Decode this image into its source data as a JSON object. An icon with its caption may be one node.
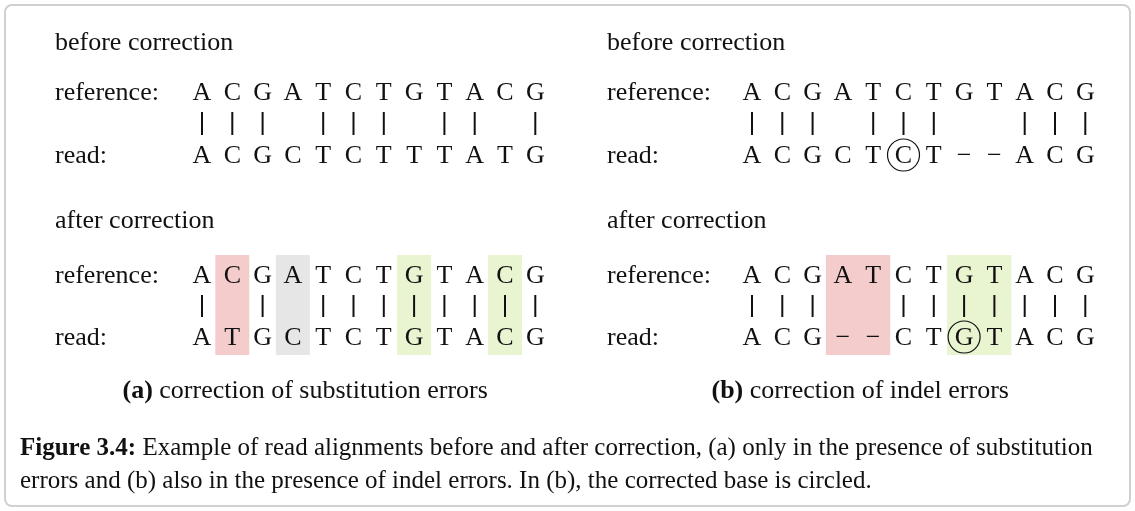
{
  "diagram": {
    "caption": "**Figure 3.4:** Example of read alignments before and after correction, (a) only in the presence of substitution errors and (b) also in the presence of indel errors. In (b), the corrected base is circled.",
    "labels": [
      "before correction",
      "reference:",
      "A",
      "C",
      "G",
      "A",
      "T",
      "C",
      "T",
      "G",
      "T",
      "A",
      "C",
      "G",
      "read:",
      "A",
      "C",
      "G",
      "C",
      "T",
      "C",
      "T",
      "T",
      "T",
      "A",
      "T",
      "G",
      "after correction",
      "reference:",
      "A",
      "C",
      "G",
      "A",
      "T",
      "C",
      "T",
      "G",
      "T",
      "A",
      "C",
      "G",
      "read:",
      "A",
      "T",
      "G",
      "C",
      "T",
      "C",
      "T",
      "G",
      "T",
      "A",
      "C",
      "G",
      "**(a)** correction of substitution errors",
      "before correction",
      "reference:",
      "A",
      "C",
      "G",
      "A",
      "T",
      "C",
      "T",
      "G",
      "T",
      "A",
      "C",
      "G",
      "read:",
      "A",
      "C",
      "G",
      "C",
      "T",
      "C",
      "T",
      "−",
      "−",
      "A",
      "C",
      "G",
      "after correction",
      "reference:",
      "A",
      "C",
      "G",
      "A",
      "T",
      "C",
      "T",
      "G",
      "T",
      "A",
      "C",
      "G",
      "read:",
      "A",
      "C",
      "G",
      "−",
      "−",
      "C",
      "T",
      "G",
      "T",
      "A",
      "C",
      "G",
      "**(b)** correction of indel errors"
    ]
  }
}
